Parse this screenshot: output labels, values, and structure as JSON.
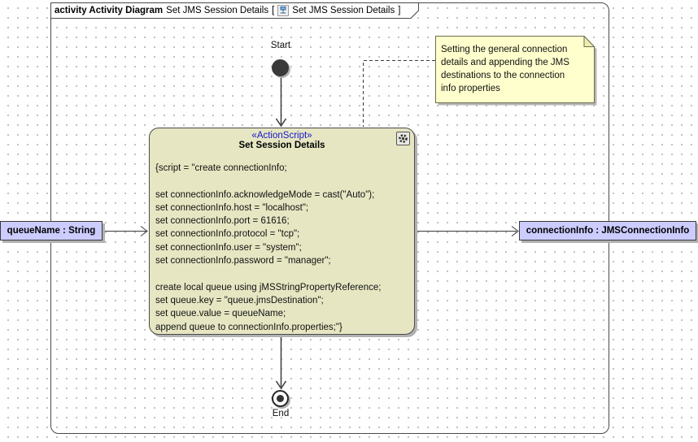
{
  "frame": {
    "title_bold": "activity Activity Diagram",
    "diagram_name": "Set JMS Session Details",
    "bracket_open": "[",
    "context_name": "Set JMS Session Details",
    "bracket_close": "]"
  },
  "note": {
    "lines": [
      "Setting the general connection",
      "details and appending the JMS",
      "destinations to the connection",
      "info properties"
    ]
  },
  "start_node": {
    "label": "Start"
  },
  "end_node": {
    "label": "End"
  },
  "action_node": {
    "stereotype": "«ActionScript»",
    "name": "Set Session Details",
    "script_lines": [
      "{script = \"create connectionInfo;",
      "",
      "set connectionInfo.acknowledgeMode = cast(\"Auto\");",
      "set connectionInfo.host = \"localhost\";",
      "set connectionInfo.port = 61616;",
      "set connectionInfo.protocol = \"tcp\";",
      "set connectionInfo.user = \"system\";",
      "set connectionInfo.password = \"manager\";",
      "",
      "create local queue using jMSStringPropertyReference;",
      "set queue.key = \"queue.jmsDestination\";",
      "set queue.value = queueName;",
      "append queue to connectionInfo.properties;\"}"
    ]
  },
  "input_pin": {
    "label": "queueName : String"
  },
  "output_pin": {
    "label": "connectionInfo : JMSConnectionInfo"
  },
  "colors": {
    "action_fill": "#E6E6C3",
    "note_fill": "#FFFFCD",
    "pin_fill": "#CCCCFF",
    "stereotype_text": "#1414CC",
    "frame_border": "#4A4A4A",
    "shadow": "#B2B2B2",
    "grid_dot": "#B6B6B6"
  }
}
